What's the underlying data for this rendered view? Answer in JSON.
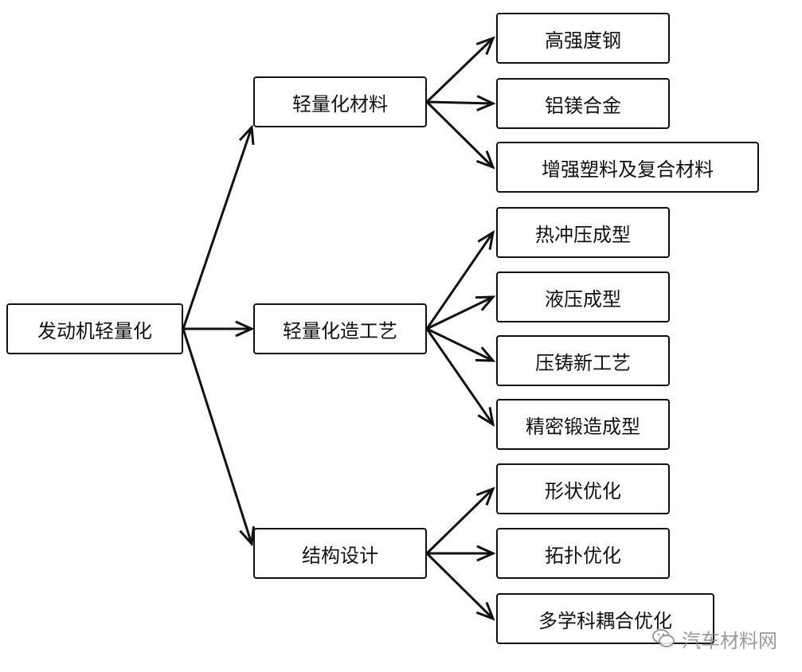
{
  "root": {
    "label": "发动机轻量化"
  },
  "branches": [
    {
      "label": "轻量化材料",
      "children": [
        "高强度钢",
        "铝镁合金",
        "增强塑料及复合材料"
      ]
    },
    {
      "label": "轻量化造工艺",
      "children": [
        "热冲压成型",
        "液压成型",
        "压铸新工艺",
        "精密锻造成型"
      ]
    },
    {
      "label": "结构设计",
      "children": [
        "形状优化",
        "拓扑优化",
        "多学科耦合优化"
      ]
    }
  ],
  "watermark": {
    "text": "汽车材料网",
    "icon": "wechat-icon"
  },
  "colors": {
    "line": "#111111",
    "watermark": "#8a8a8a"
  }
}
